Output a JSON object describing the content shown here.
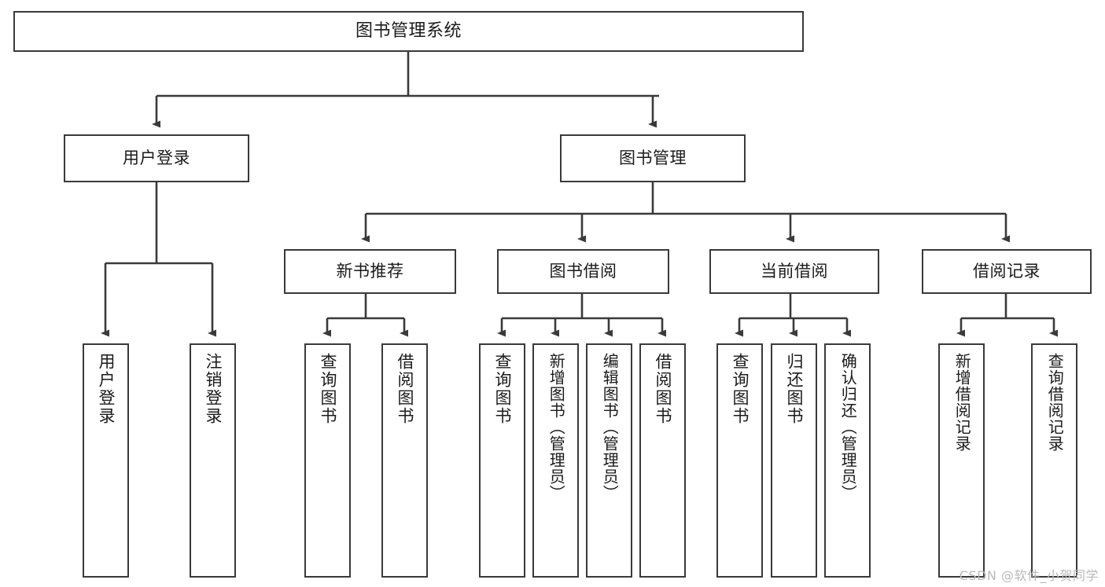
{
  "diagram": {
    "title": "图书管理系统",
    "watermark": "CSDN @软件_小贺同学",
    "colors": {
      "stroke": "#3a3a3a",
      "fill": "#ffffff",
      "text": "#1b1b1b",
      "watermark": "#b9b9b9"
    },
    "root": {
      "label": "图书管理系统"
    },
    "level1": [
      {
        "label": "用户登录"
      },
      {
        "label": "图书管理"
      }
    ],
    "level2": [
      {
        "label": "新书推荐"
      },
      {
        "label": "图书借阅"
      },
      {
        "label": "当前借阅"
      },
      {
        "label": "借阅记录"
      }
    ],
    "leaves": [
      {
        "label": "用户登录"
      },
      {
        "label": "注销登录"
      },
      {
        "label": "查询图书"
      },
      {
        "label": "借阅图书"
      },
      {
        "label": "查询图书"
      },
      {
        "label": "新增图书（管理员）"
      },
      {
        "label": "编辑图书（管理员）"
      },
      {
        "label": "借阅图书"
      },
      {
        "label": "查询图书"
      },
      {
        "label": "归还图书"
      },
      {
        "label": "确认归还（管理员）"
      },
      {
        "label": "新增借阅记录"
      },
      {
        "label": "查询借阅记录"
      }
    ]
  }
}
